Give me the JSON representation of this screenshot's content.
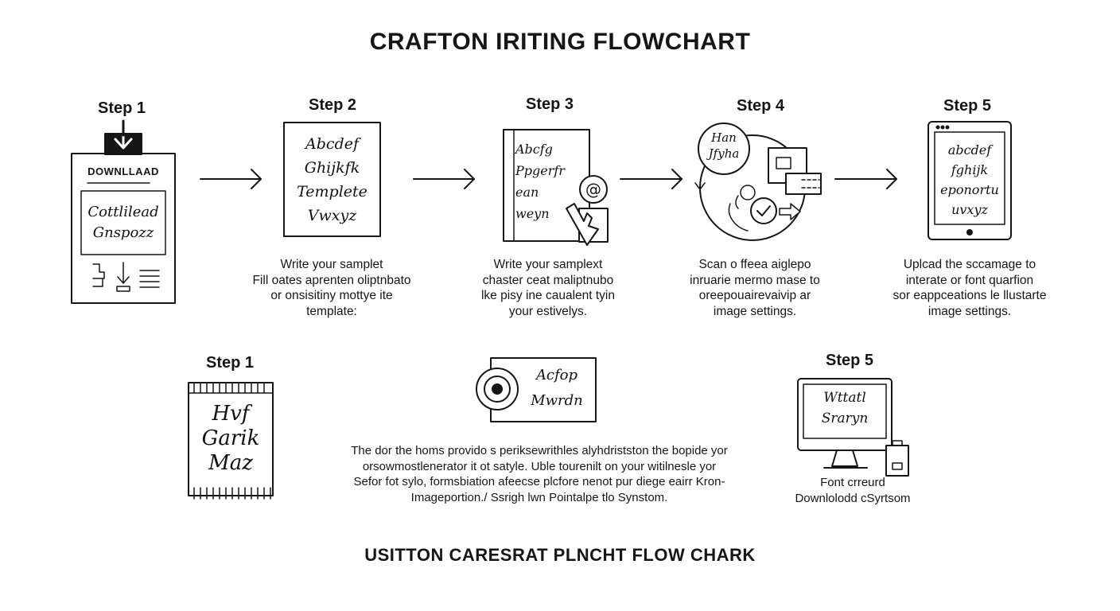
{
  "title": "CRAFTON IRITING FLOWCHART",
  "footer_title": "USITTON CARESRAT PLNCHT FLOW CHARK",
  "colors": {
    "ink": "#161616",
    "background": "#ffffff"
  },
  "top_steps": [
    {
      "label": "Step 1",
      "icon": "download-template-icon",
      "box_label": "DOWNLLAAD",
      "script_lines": [
        "Cottlilead",
        "Gnspozz"
      ]
    },
    {
      "label": "Step 2",
      "icon": "handwritten-alphabet-sheet-icon",
      "script_lines": [
        "Abcdef",
        "Ghijkfk",
        "Templete",
        "Vwxyz"
      ],
      "desc_lines": [
        "Write your samplet",
        "Fill oates aprenten oliptnbato",
        "or onsisitiny mottye ite",
        "template:"
      ]
    },
    {
      "label": "Step 3",
      "icon": "notebook-with-at-sign-icon",
      "script_lines": [
        "Abcfg",
        "Ppgerfr",
        "ean",
        "weyn"
      ],
      "desc_lines": [
        "Write your samplext",
        "chaster ceat maliptnubo",
        "lke pisy ine caualent tyin",
        "your estivelys."
      ]
    },
    {
      "label": "Step 4",
      "icon": "scan-camera-check-icon",
      "script_lines": [
        "Han",
        "Jfyha"
      ],
      "desc_lines": [
        "Scan o ffeea aiglepo",
        "inruarie mermo mase to",
        "oreepouairevaivip ar",
        "image settings."
      ]
    },
    {
      "label": "Step 5",
      "icon": "tablet-font-preview-icon",
      "script_lines": [
        "abcdef",
        "fghijk",
        "eponortu",
        "uvxyz"
      ],
      "desc_lines": [
        "Uplcad the sccamage to",
        "interate or font quarfion",
        "sor eappceations le llustarte",
        "image settings."
      ]
    }
  ],
  "bottom_steps": [
    {
      "label": "Step 1",
      "icon": "calendar-font-sheet-icon",
      "script_lines": [
        "Hvf",
        "Garik",
        "Maz"
      ]
    },
    {
      "icon": "target-script-card-icon",
      "script_lines": [
        "Acfop",
        "Mwrdn"
      ],
      "desc_lines": [
        "The dor the homs provido s periksewrithles alyhdristston the bopide yor",
        "orsowmostlenerator it ot satyle. Uble tourenilt on your witilnesle yor",
        "Sefor fot sylo, formsbiation afeecse plcfore nenot pur diege eairr Kron-",
        "Imageportion./ Ssrigh lwn Pointalpe tlo Synstom."
      ]
    },
    {
      "label": "Step 5",
      "icon": "monitor-font-download-icon",
      "script_lines": [
        "Wttatl",
        "Sraryn"
      ],
      "desc_lines": [
        "Font crreurd",
        "Downlolodd cSyrtsom"
      ]
    }
  ]
}
